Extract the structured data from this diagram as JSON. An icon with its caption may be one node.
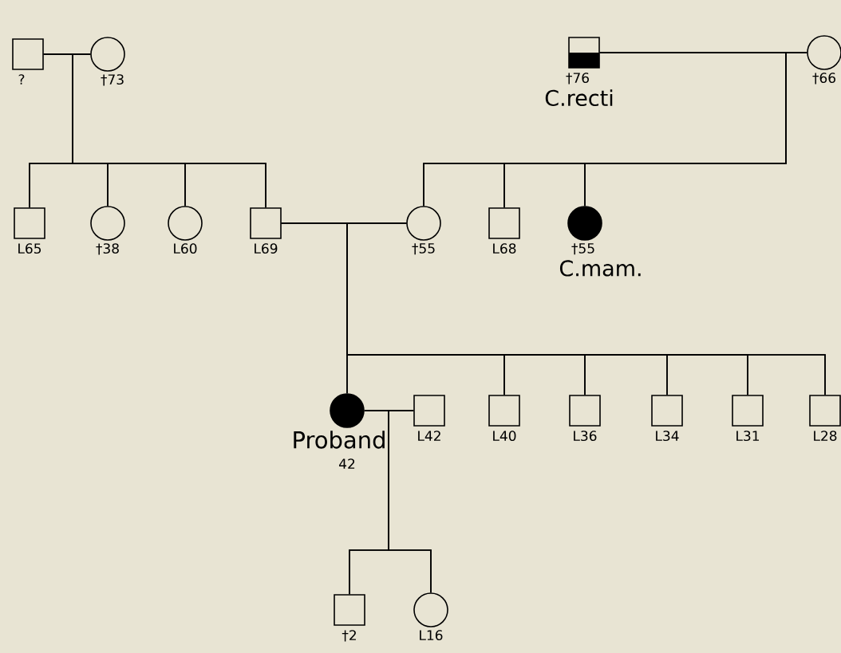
{
  "diagram": {
    "nodes": [
      {
        "text": [],
        "shape": "box",
        "beside": [
          "?"
        ]
      },
      {
        "text": [],
        "shape": "circle",
        "beside": [
          "†73"
        ]
      },
      {
        "text": [],
        "shape": "box",
        "beside": [
          "†76",
          "C.recti"
        ]
      },
      {
        "text": [],
        "shape": "circle",
        "beside": [
          "†66"
        ]
      },
      {
        "text": [],
        "shape": "box",
        "beside": [
          "L65"
        ]
      },
      {
        "text": [],
        "shape": "circle",
        "beside": [
          "†38"
        ]
      },
      {
        "text": [],
        "shape": "circle",
        "beside": [
          "L60"
        ]
      },
      {
        "text": [],
        "shape": "box",
        "beside": [
          "L69"
        ]
      },
      {
        "text": [],
        "shape": "circle",
        "beside": [
          "†55"
        ]
      },
      {
        "text": [],
        "shape": "box",
        "beside": [
          "L68"
        ]
      },
      {
        "text": [],
        "shape": "circle",
        "beside": [
          "†55",
          "C.mam."
        ]
      },
      {
        "text": [],
        "shape": "circle",
        "beside": [
          "Proband",
          "42"
        ]
      },
      {
        "text": [],
        "shape": "box",
        "beside": [
          "L42"
        ]
      },
      {
        "text": [],
        "shape": "box",
        "beside": [
          "L40"
        ]
      },
      {
        "text": [],
        "shape": "box",
        "beside": [
          "L36"
        ]
      },
      {
        "text": [],
        "shape": "box",
        "beside": [
          "L34"
        ]
      },
      {
        "text": [],
        "shape": "box",
        "beside": [
          "L31"
        ]
      },
      {
        "text": [],
        "shape": "box",
        "beside": [
          "L28"
        ]
      },
      {
        "text": [],
        "shape": "box",
        "beside": [
          "†2"
        ]
      },
      {
        "text": [],
        "shape": "circle",
        "beside": [
          "L16"
        ]
      }
    ],
    "edges": [
      {
        "from": 0,
        "to": 1,
        "arrow": "none"
      },
      {
        "from": 0,
        "to": 4,
        "arrow": "none"
      },
      {
        "from": 1,
        "to": 4,
        "arrow": "none"
      },
      {
        "from": 0,
        "to": 5,
        "arrow": "none"
      },
      {
        "from": 1,
        "to": 5,
        "arrow": "none"
      },
      {
        "from": 0,
        "to": 6,
        "arrow": "none"
      },
      {
        "from": 1,
        "to": 6,
        "arrow": "none"
      },
      {
        "from": 0,
        "to": 7,
        "arrow": "none"
      },
      {
        "from": 1,
        "to": 7,
        "arrow": "none"
      },
      {
        "from": 2,
        "to": 3,
        "arrow": "none"
      },
      {
        "from": 2,
        "to": 8,
        "arrow": "none"
      },
      {
        "from": 3,
        "to": 8,
        "arrow": "none"
      },
      {
        "from": 2,
        "to": 9,
        "arrow": "none"
      },
      {
        "from": 3,
        "to": 9,
        "arrow": "none"
      },
      {
        "from": 2,
        "to": 10,
        "arrow": "none"
      },
      {
        "from": 3,
        "to": 10,
        "arrow": "none"
      },
      {
        "from": 7,
        "to": 8,
        "arrow": "none"
      },
      {
        "from": 7,
        "to": 11,
        "arrow": "none"
      },
      {
        "from": 8,
        "to": 11,
        "arrow": "none"
      },
      {
        "from": 7,
        "to": 13,
        "arrow": "none"
      },
      {
        "from": 8,
        "to": 13,
        "arrow": "none"
      },
      {
        "from": 7,
        "to": 14,
        "arrow": "none"
      },
      {
        "from": 8,
        "to": 14,
        "arrow": "none"
      },
      {
        "from": 7,
        "to": 15,
        "arrow": "none"
      },
      {
        "from": 8,
        "to": 15,
        "arrow": "none"
      },
      {
        "from": 7,
        "to": 16,
        "arrow": "none"
      },
      {
        "from": 8,
        "to": 16,
        "arrow": "none"
      },
      {
        "from": 7,
        "to": 17,
        "arrow": "none"
      },
      {
        "from": 8,
        "to": 17,
        "arrow": "none"
      },
      {
        "from": 11,
        "to": 12,
        "arrow": "none"
      },
      {
        "from": 11,
        "to": 18,
        "arrow": "none"
      },
      {
        "from": 12,
        "to": 18,
        "arrow": "none"
      },
      {
        "from": 11,
        "to": 19,
        "arrow": "none"
      },
      {
        "from": 12,
        "to": 19,
        "arrow": "none"
      }
    ]
  }
}
